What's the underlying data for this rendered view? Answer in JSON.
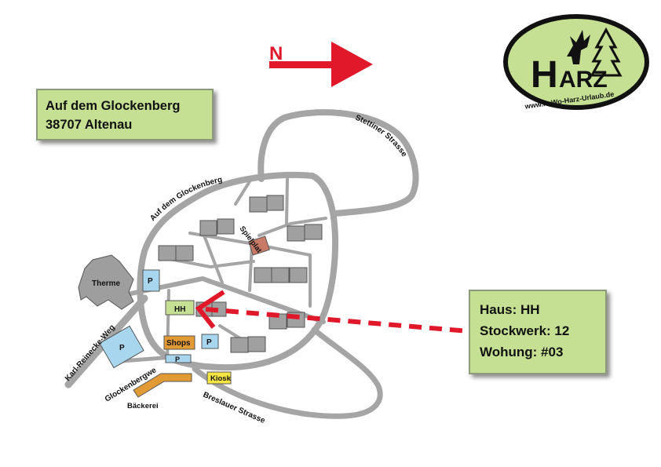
{
  "address": {
    "line1": "Auf dem Glockenberg",
    "line2": "38707 Altenau"
  },
  "unit_info": {
    "house": "Haus: HH",
    "floor": "Stockwerk: 12",
    "apartment": "Wohung: #03"
  },
  "north_arrow": {
    "label": "N",
    "color": "#e0182a"
  },
  "logo": {
    "text_h": "H",
    "text_rest": "ARZ",
    "url": "www.FeWo-Harz-Urlaub.de",
    "bg_color": "#c5e092"
  },
  "streets": {
    "stettiner": "Stettiner Strasse",
    "auf_dem_glockenberg": "Auf dem Glockenberg",
    "karl_reinecke": "Karl-Reinecke-Weg",
    "glockenbergweg": "Glockenbergweg",
    "breslauer": "Breslauer Strasse"
  },
  "places": {
    "therme": "Therme",
    "spielplatz": "Spielplatz",
    "house_hh": "HH",
    "shops": "Shops",
    "kiosk": "Kiosk",
    "baeckerei": "Bäckerei",
    "parking": "P"
  },
  "colors": {
    "road": "#a5a5a5",
    "building": "#a0a0a0",
    "parking": "#a8d6ef",
    "shops": "#e29a34",
    "kiosk": "#f3e544",
    "house_hh": "#c5e092",
    "spielplatz": "#c77a66",
    "marker": "#e0182a"
  }
}
